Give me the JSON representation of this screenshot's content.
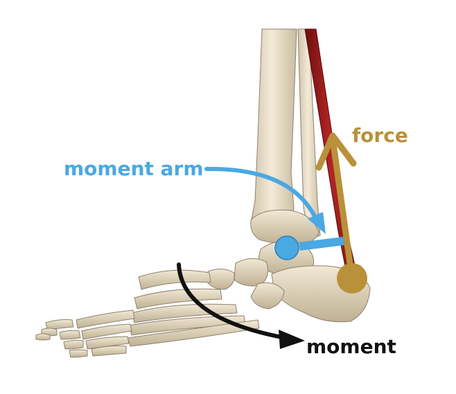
{
  "labels": {
    "force": "force",
    "moment_arm": "moment arm",
    "moment": "moment"
  },
  "colors": {
    "force": "#b8913a",
    "moment_arm": "#4aa8e3",
    "moment": "#111111",
    "muscle": "#9c1c1c",
    "bone": "#ede3cf",
    "bone_outline": "#8c816d",
    "background": "#ffffff"
  }
}
